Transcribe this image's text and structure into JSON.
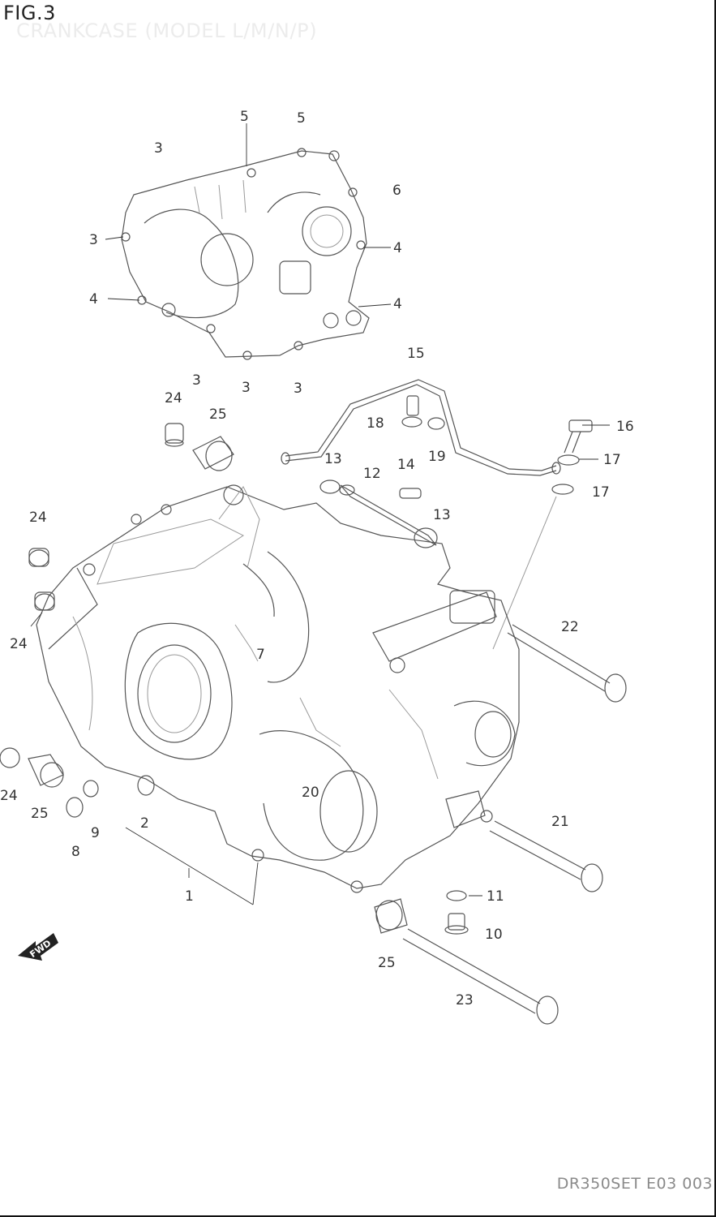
{
  "figure": {
    "label": "FIG.3",
    "subtitle": "CRANKCASE (MODEL L/M/N/P)",
    "drawing_code": "DR350SET E03 003"
  },
  "fwd_badge": {
    "text": "FWD"
  },
  "callouts": [
    {
      "id": "c5a",
      "text": "5"
    },
    {
      "id": "c5b",
      "text": "5"
    },
    {
      "id": "c3a",
      "text": "3"
    },
    {
      "id": "c6",
      "text": "6"
    },
    {
      "id": "c3b",
      "text": "3"
    },
    {
      "id": "c4a",
      "text": "4"
    },
    {
      "id": "c4b",
      "text": "4"
    },
    {
      "id": "c4c",
      "text": "4"
    },
    {
      "id": "c15",
      "text": "15"
    },
    {
      "id": "c3c",
      "text": "3"
    },
    {
      "id": "c3d",
      "text": "3"
    },
    {
      "id": "c3e",
      "text": "3"
    },
    {
      "id": "c24a",
      "text": "24"
    },
    {
      "id": "c25a",
      "text": "25"
    },
    {
      "id": "c18",
      "text": "18"
    },
    {
      "id": "c16",
      "text": "16"
    },
    {
      "id": "c19",
      "text": "19"
    },
    {
      "id": "c13a",
      "text": "13"
    },
    {
      "id": "c14",
      "text": "14"
    },
    {
      "id": "c17a",
      "text": "17"
    },
    {
      "id": "c12",
      "text": "12"
    },
    {
      "id": "c17b",
      "text": "17"
    },
    {
      "id": "c13b",
      "text": "13"
    },
    {
      "id": "c24b",
      "text": "24"
    },
    {
      "id": "c22",
      "text": "22"
    },
    {
      "id": "c24c",
      "text": "24"
    },
    {
      "id": "c7",
      "text": "7"
    },
    {
      "id": "c20",
      "text": "20"
    },
    {
      "id": "c24d",
      "text": "24"
    },
    {
      "id": "c25b",
      "text": "25"
    },
    {
      "id": "c9",
      "text": "9"
    },
    {
      "id": "c2",
      "text": "2"
    },
    {
      "id": "c21",
      "text": "21"
    },
    {
      "id": "c8",
      "text": "8"
    },
    {
      "id": "c1",
      "text": "1"
    },
    {
      "id": "c11",
      "text": "11"
    },
    {
      "id": "c10",
      "text": "10"
    },
    {
      "id": "c25c",
      "text": "25"
    },
    {
      "id": "c23",
      "text": "23"
    }
  ]
}
